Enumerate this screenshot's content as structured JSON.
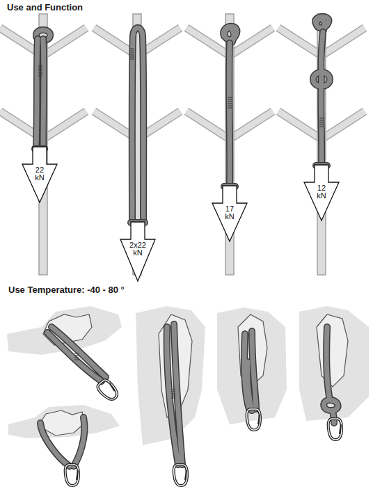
{
  "diagram": {
    "title": "Use and Function",
    "nodes": [
      {
        "text": [
          "22 kN"
        ]
      },
      {
        "text": [
          "2x22 kN"
        ]
      },
      {
        "text": [
          "17 kN"
        ]
      },
      {
        "text": [
          "12 kN"
        ]
      }
    ],
    "labels": [
      "Use Temperature: -40 - 80 °"
    ]
  }
}
